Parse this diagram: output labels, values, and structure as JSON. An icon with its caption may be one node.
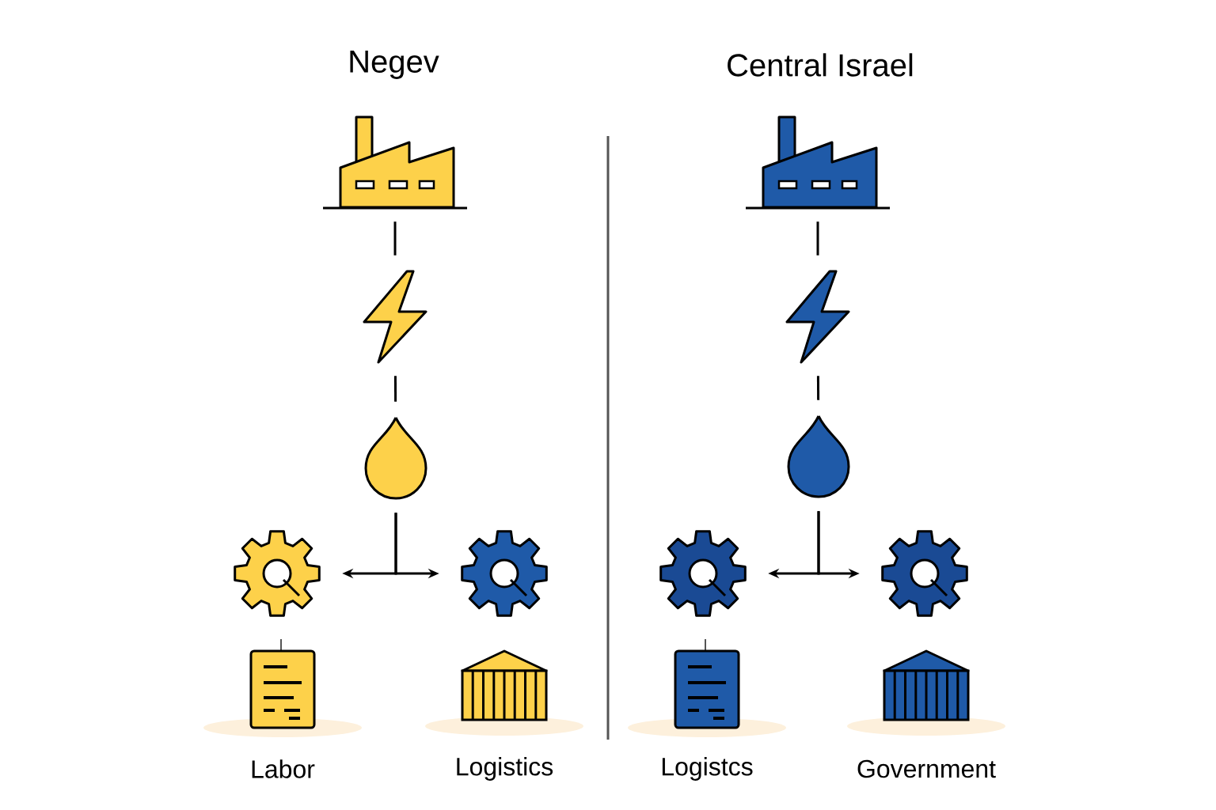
{
  "diagram": {
    "nodes": [
      {
        "text": [],
        "shape": "factory"
      },
      {
        "text": [],
        "shape": "bolt"
      },
      {
        "text": [],
        "shape": "drop"
      },
      {
        "text": [],
        "shape": "gear"
      },
      {
        "text": [],
        "shape": "gear"
      },
      {
        "text": [],
        "shape": "document",
        "beside": [
          "Labor"
        ]
      },
      {
        "text": [],
        "shape": "building",
        "beside": [
          "Logistics"
        ]
      },
      {
        "text": [],
        "shape": "factory"
      },
      {
        "text": [],
        "shape": "bolt"
      },
      {
        "text": [],
        "shape": "drop"
      },
      {
        "text": [],
        "shape": "gear"
      },
      {
        "text": [],
        "shape": "gear"
      },
      {
        "text": [],
        "shape": "document",
        "beside": [
          "Logistcs"
        ]
      },
      {
        "text": [],
        "shape": "building",
        "beside": [
          "Government"
        ]
      }
    ],
    "edges": [
      {
        "from": 0,
        "to": 1,
        "arrow": "none"
      },
      {
        "from": 1,
        "to": 2,
        "arrow": "none"
      },
      {
        "from": 2,
        "to": 3,
        "arrow": "to"
      },
      {
        "from": 2,
        "to": 4,
        "arrow": "to"
      },
      {
        "from": 7,
        "to": 8,
        "arrow": "none"
      },
      {
        "from": 8,
        "to": 9,
        "arrow": "none"
      },
      {
        "from": 9,
        "to": 10,
        "arrow": "to"
      },
      {
        "from": 9,
        "to": 11,
        "arrow": "to"
      }
    ],
    "labels": [
      "Negev",
      "Central Israel"
    ]
  }
}
